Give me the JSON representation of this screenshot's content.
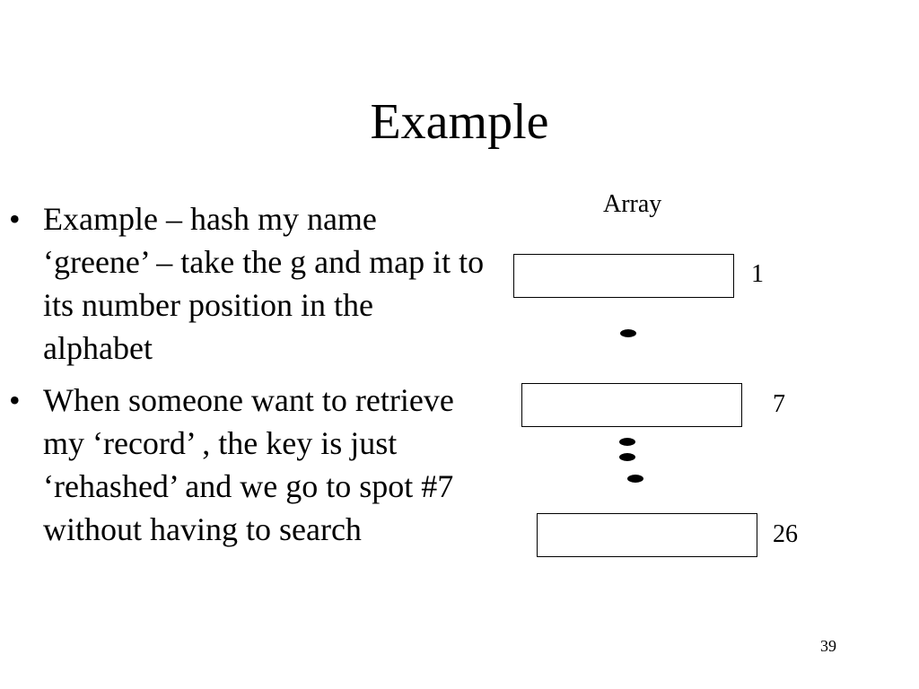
{
  "slide": {
    "title": "Example",
    "bullets": [
      {
        "marker": "•",
        "text": "Example – hash my name ‘greene’ – take the g and map it to its number position in the alphabet"
      },
      {
        "marker": "•",
        "text": "When someone want to retrieve my ‘record’ , the key is just ‘rehashed’ and we go to spot #7 without having to search"
      }
    ],
    "diagram": {
      "array_label": "Array",
      "indices": [
        "1",
        "7",
        "26"
      ]
    },
    "page_number": "39"
  }
}
